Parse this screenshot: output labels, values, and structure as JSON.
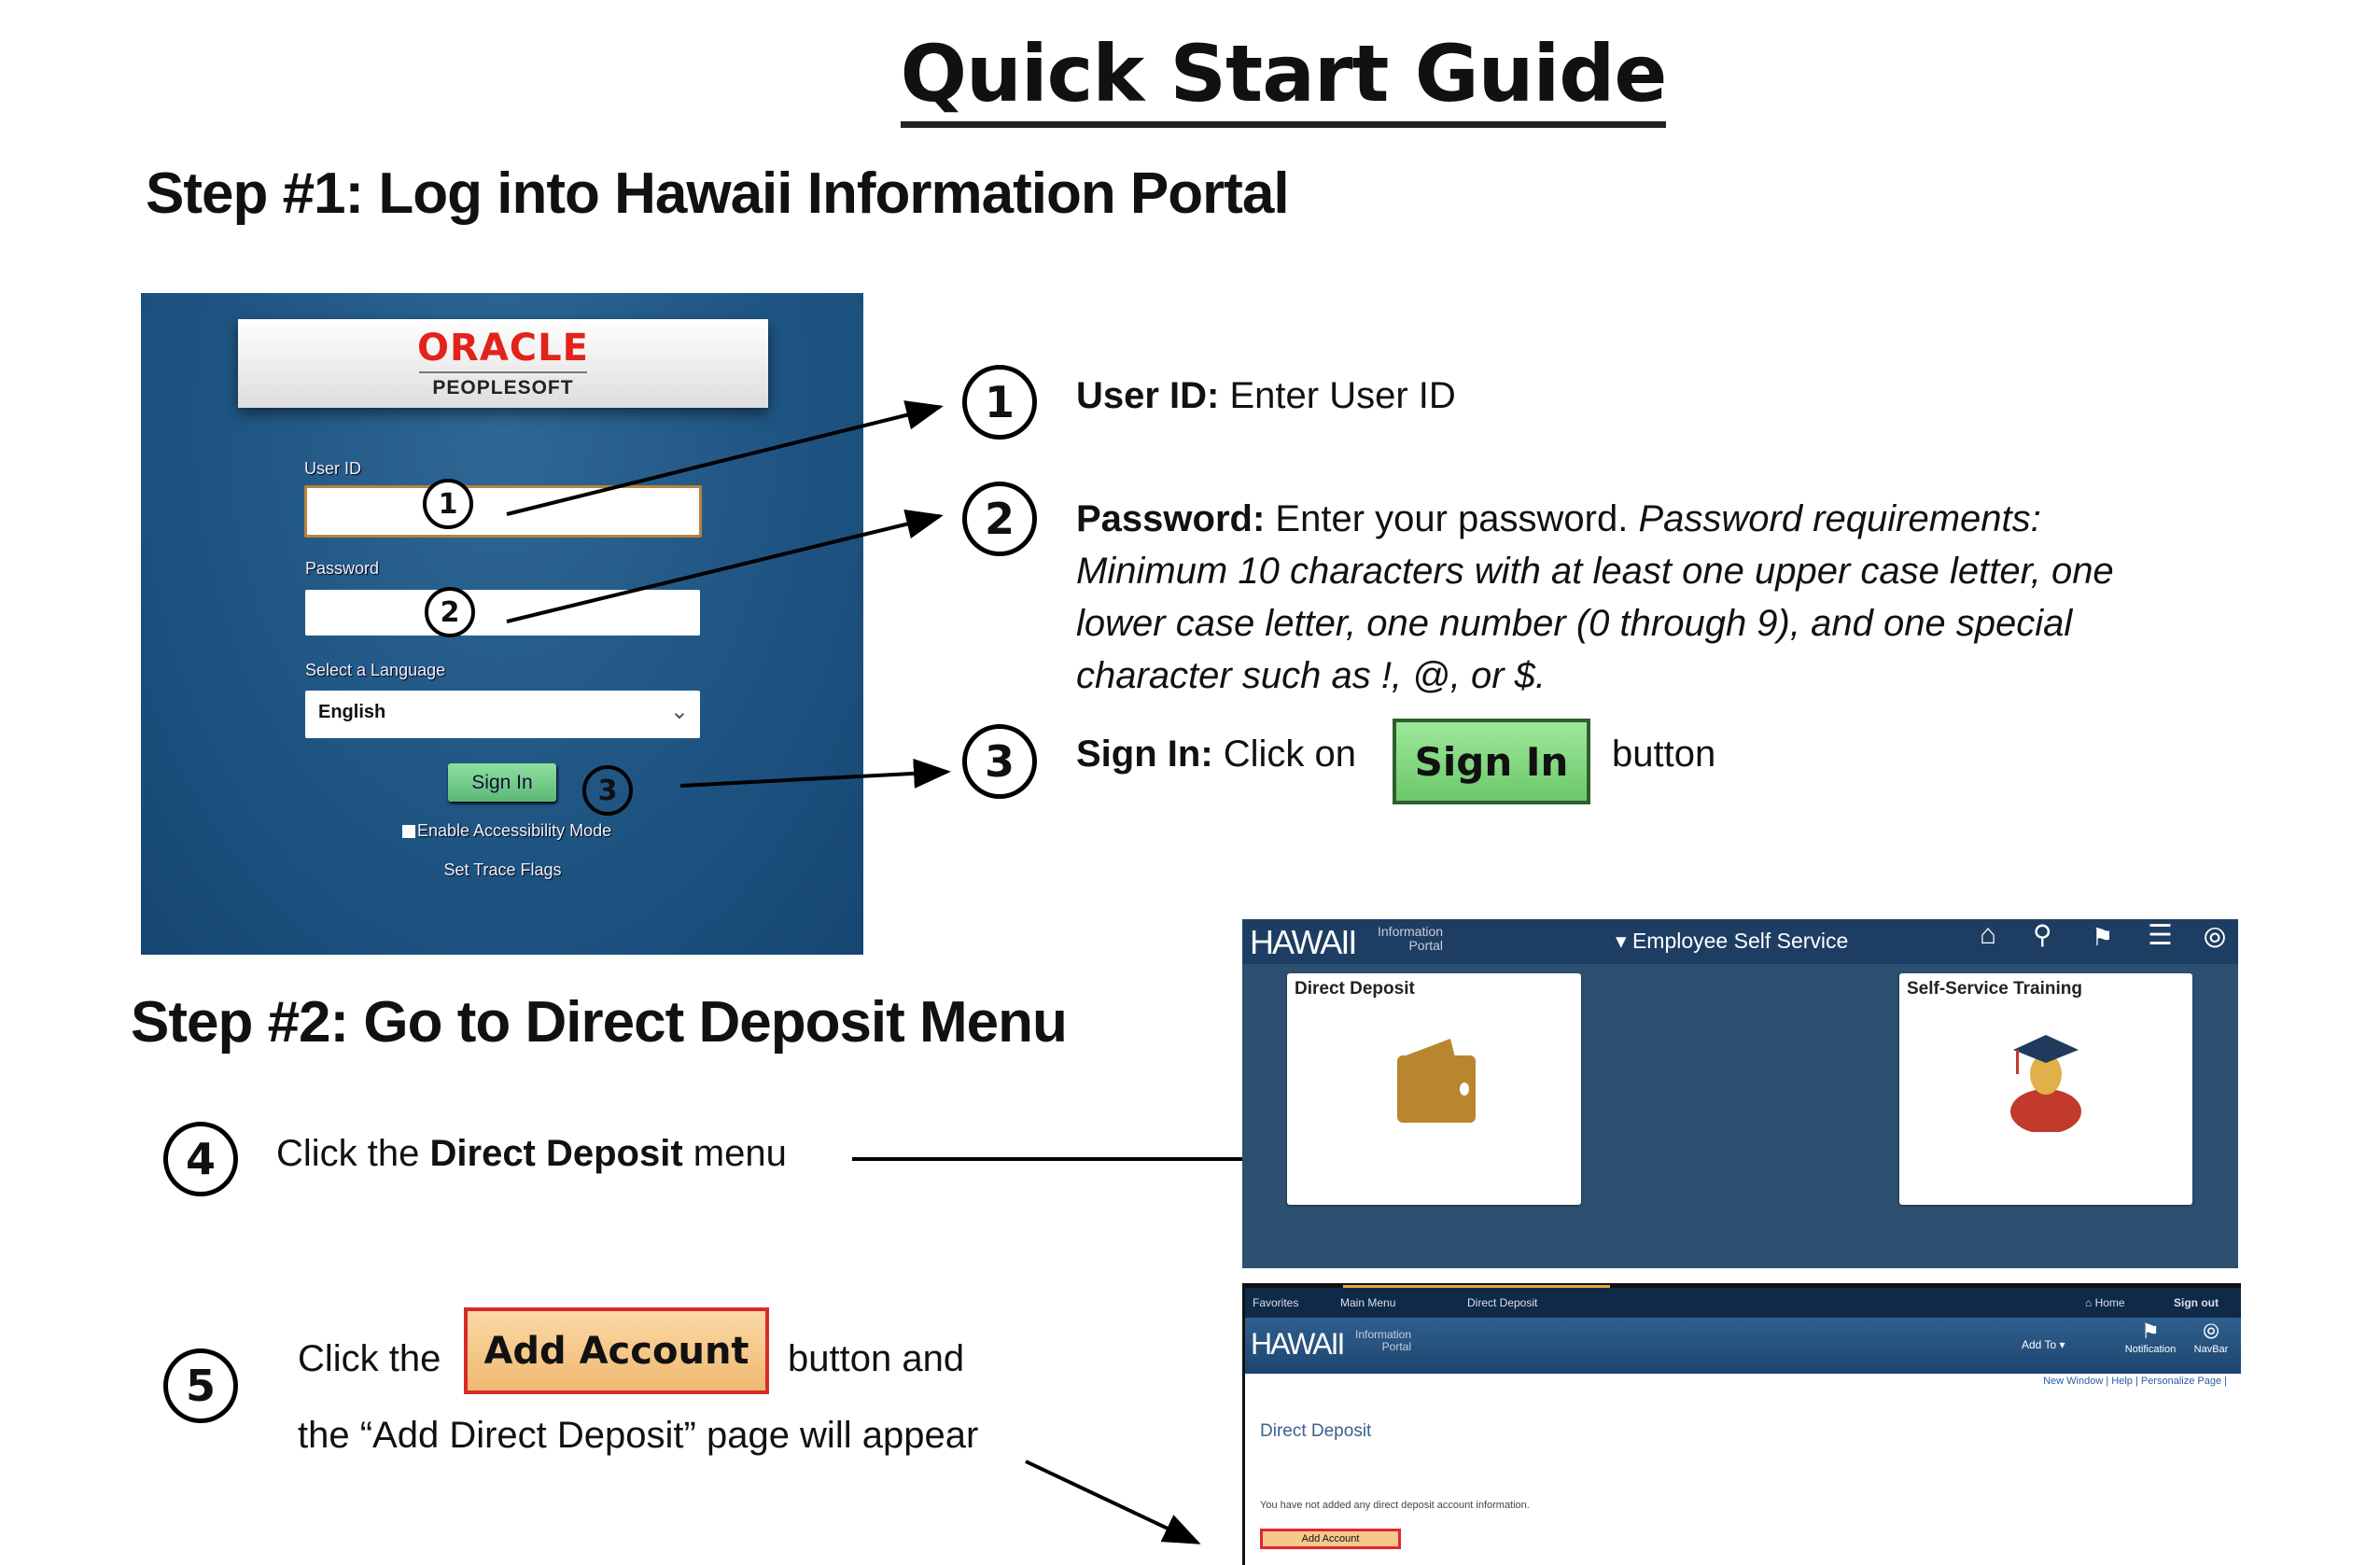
{
  "title": "Quick Start Guide",
  "step1": {
    "heading": "Step #1: Log into Hawaii Information Portal",
    "login": {
      "brand": "ORACLE",
      "product": "PEOPLESOFT",
      "userid_label": "User ID",
      "password_label": "Password",
      "language_label": "Select a Language",
      "language_value": "English",
      "signin": "Sign In",
      "accessibility": "Enable Accessibility Mode",
      "trace": "Set Trace Flags"
    },
    "items": [
      {
        "num": "1",
        "bold": "User ID:",
        "text": " Enter User ID"
      },
      {
        "num": "2",
        "bold": "Password:",
        "text": " Enter your password. ",
        "italic_lines": [
          "Password requirements:",
          "Minimum 10 characters with at least one upper case letter, one",
          "lower case letter, one number (0 through 9), and one special",
          "character such as !, @, or $."
        ]
      },
      {
        "num": "3",
        "bold": "Sign In:",
        "text": " Click on",
        "button": "Sign In",
        "after": "button"
      }
    ]
  },
  "step2": {
    "heading": "Step #2: Go to Direct Deposit Menu",
    "item4": {
      "num": "4",
      "pre": "Click the ",
      "bold": "Direct Deposit",
      "post": " menu"
    },
    "item5": {
      "num": "5",
      "pre": "Click the",
      "button": "Add Account",
      "post": "button and",
      "line2": "the “Add Direct Deposit” page will appear"
    },
    "ess": {
      "logo": "HAWAII",
      "logo_sub1": "Information",
      "logo_sub2": "Portal",
      "menu": "Employee Self Service",
      "tiles": [
        "Direct Deposit",
        "Self-Service Training"
      ]
    },
    "dd_page": {
      "nav": [
        "Favorites",
        "Main Menu",
        "Direct Deposit"
      ],
      "home": "Home",
      "signout": "Sign out",
      "addto": "Add To",
      "notification": "Notification",
      "navbar": "NavBar",
      "links": "New Window | Help | Personalize Page |",
      "page_title": "Direct Deposit",
      "message": "You have not added any direct deposit account information.",
      "button": "Add Account"
    }
  },
  "colors": {
    "login_bg": "#1f5583",
    "ess_bg": "#2e5070",
    "signin_green": "#7ccf7c",
    "add_account": "#f6c98a",
    "highlight_red": "#e3262d"
  }
}
